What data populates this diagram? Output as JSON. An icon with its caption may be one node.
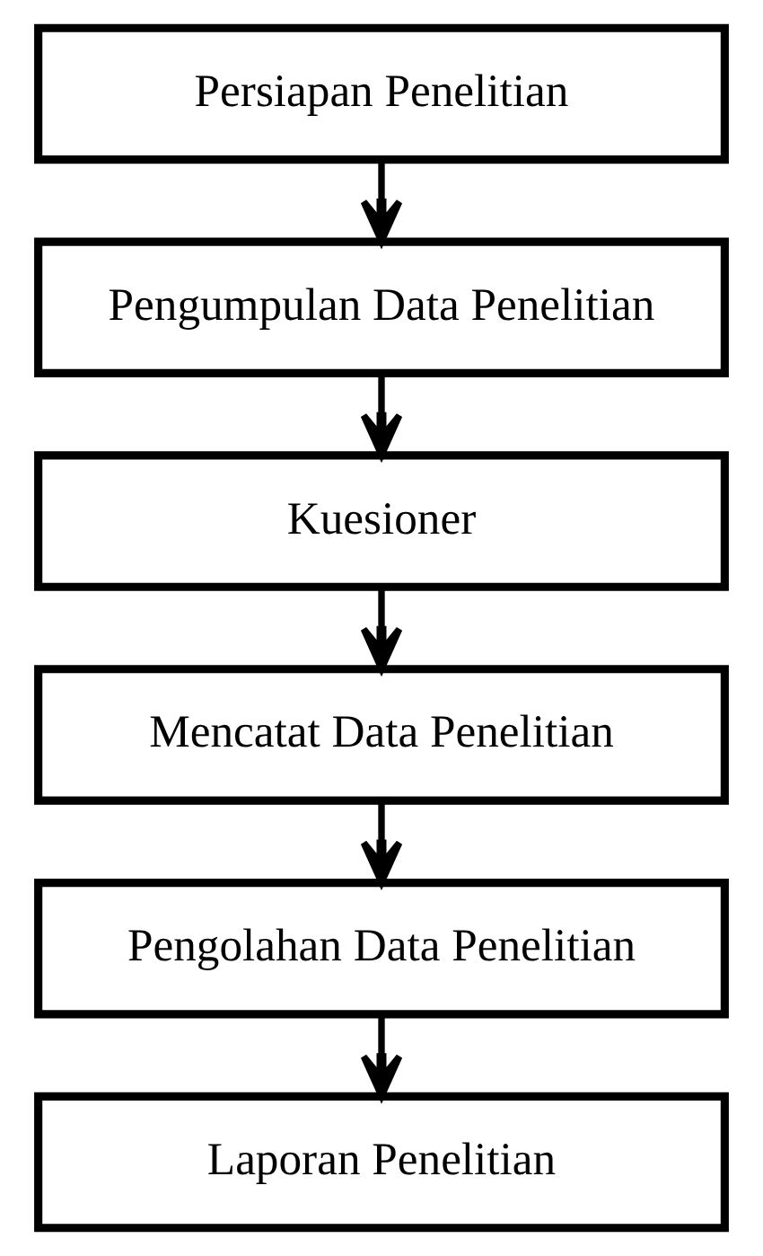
{
  "diagram": {
    "nodes": [
      {
        "text": [
          "Persiapan Penelitian"
        ]
      },
      {
        "text": [
          "Pengumpulan Data Penelitian"
        ]
      },
      {
        "text": [
          "Kuesioner"
        ]
      },
      {
        "text": [
          "Mencatat Data Penelitian"
        ]
      },
      {
        "text": [
          "Pengolahan Data Penelitian"
        ]
      },
      {
        "text": [
          "Laporan Penelitian"
        ]
      }
    ],
    "edges": [
      {
        "from": 0,
        "to": 1,
        "arrow": "to"
      },
      {
        "from": 1,
        "to": 2,
        "arrow": "to"
      },
      {
        "from": 2,
        "to": 3,
        "arrow": "to"
      },
      {
        "from": 3,
        "to": 4,
        "arrow": "to"
      },
      {
        "from": 4,
        "to": 5,
        "arrow": "to"
      }
    ]
  }
}
